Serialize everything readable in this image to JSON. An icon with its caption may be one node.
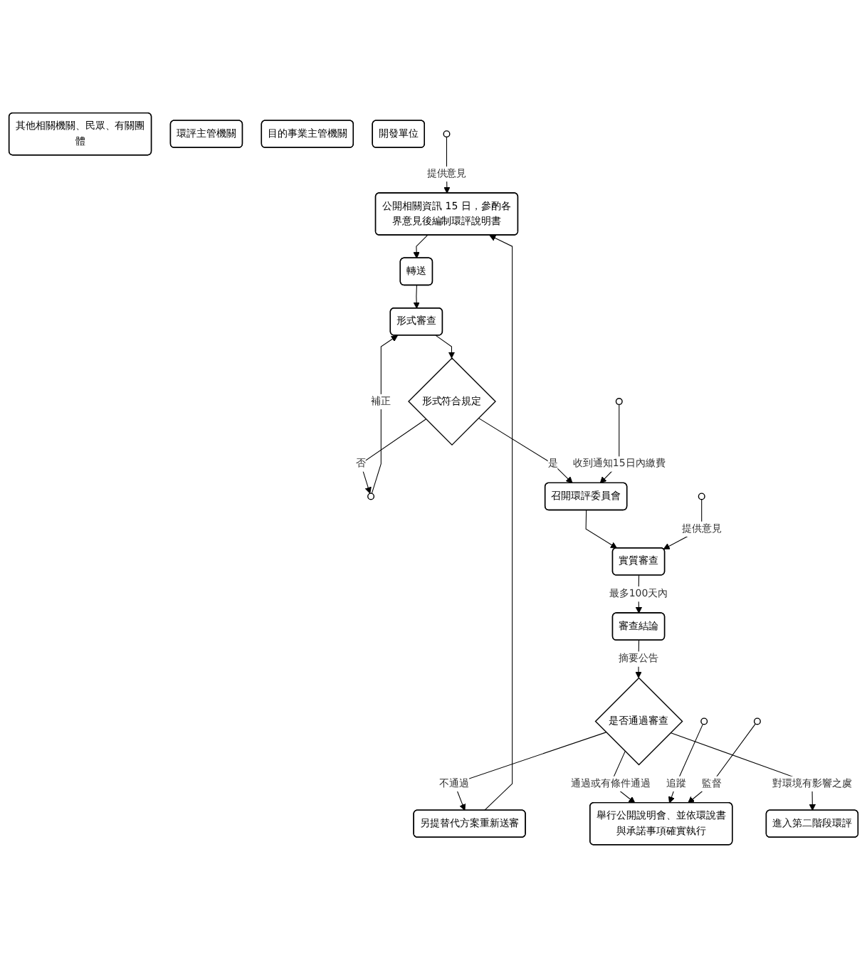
{
  "diagram": {
    "nodes": [
      {
        "text": [
          "其他相關機關、民眾、有關團體"
        ]
      },
      {
        "text": [
          "環評主管機關"
        ]
      },
      {
        "text": [
          "目的事業主管機關"
        ]
      },
      {
        "text": [
          "開發單位"
        ]
      },
      {
        "text": [],
        "shape": "circle"
      },
      {
        "text": [
          "公開相關資訊 15 日，參酌各界意見後編制環評說明書"
        ]
      },
      {
        "text": [
          "轉送"
        ]
      },
      {
        "text": [
          "形式審查"
        ]
      },
      {
        "text": [
          "形式符合規定"
        ]
      },
      {
        "text": [],
        "shape": "circle"
      },
      {
        "text": [],
        "shape": "circle"
      },
      {
        "text": [
          "召開環評委員會"
        ]
      },
      {
        "text": [
          "另提替代方案重新送審"
        ]
      },
      {
        "text": [],
        "shape": "circle"
      },
      {
        "text": [
          "實質審查"
        ]
      },
      {
        "text": [
          "審查結論"
        ]
      },
      {
        "text": [
          "是否通過審查"
        ]
      },
      {
        "text": [
          "舉行公開說明會、並依環說書與承諾事項確實執行"
        ]
      },
      {
        "text": [],
        "shape": "circle"
      },
      {
        "text": [
          "進入第二階段環評"
        ]
      },
      {
        "text": [],
        "shape": "circle"
      }
    ],
    "edges": [
      {
        "from": 4,
        "to": 5,
        "arrow": "to",
        "label": "提供意見"
      },
      {
        "from": 5,
        "to": 6,
        "arrow": "to"
      },
      {
        "from": 6,
        "to": 7,
        "arrow": "to"
      },
      {
        "from": 7,
        "to": 8,
        "arrow": "to"
      },
      {
        "from": 8,
        "to": 9,
        "arrow": "to",
        "label": "否"
      },
      {
        "from": 9,
        "to": 7,
        "arrow": "to",
        "label": "補正"
      },
      {
        "from": 8,
        "to": 11,
        "arrow": "to",
        "label": "是"
      },
      {
        "from": 10,
        "to": 11,
        "arrow": "to",
        "label": "收到通知15日內繳費"
      },
      {
        "from": 11,
        "to": 14,
        "arrow": "to"
      },
      {
        "from": 13,
        "to": 14,
        "arrow": "to",
        "label": "提供意見"
      },
      {
        "from": 14,
        "to": 15,
        "arrow": "to",
        "label": "最多100天內"
      },
      {
        "from": 15,
        "to": 16,
        "arrow": "to",
        "label": "摘要公告"
      },
      {
        "from": 16,
        "to": 12,
        "arrow": "to",
        "label": "不通過"
      },
      {
        "from": 12,
        "to": 5,
        "arrow": "to"
      },
      {
        "from": 16,
        "to": 17,
        "arrow": "to",
        "label": "通過或有條件通過"
      },
      {
        "from": 16,
        "to": 19,
        "arrow": "to",
        "label": "對環境有影響之虞"
      },
      {
        "from": 18,
        "to": 17,
        "arrow": "to",
        "label": "追蹤"
      },
      {
        "from": 20,
        "to": 17,
        "arrow": "to",
        "label": "監督"
      }
    ]
  }
}
